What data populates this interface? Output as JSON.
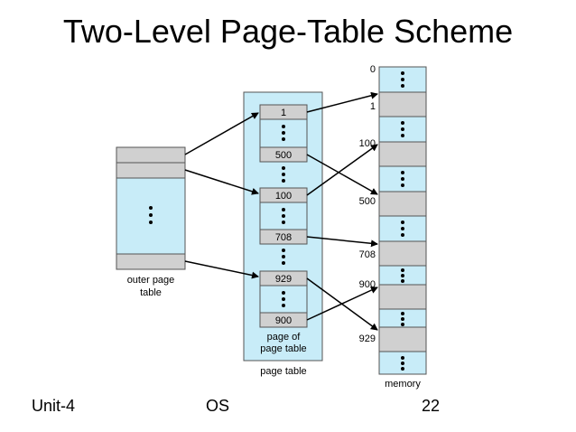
{
  "slide": {
    "title": "Two-Level Page-Table Scheme",
    "footer_left": "Unit-4",
    "footer_center": "OS",
    "footer_right": "22"
  },
  "diagram": {
    "outer_table_label": [
      "outer page",
      "table"
    ],
    "page_of_page_table_label": [
      "page of",
      "page table"
    ],
    "page_table_label": "page table",
    "memory_label": "memory",
    "page_table_entries": [
      "1",
      "500",
      "100",
      "708",
      "929",
      "900"
    ],
    "memory_addresses": [
      "0",
      "1",
      "100",
      "500",
      "708",
      "900",
      "929"
    ],
    "colors": {
      "light_blue": "#c8ecf8",
      "gray": "#d0d0d0",
      "border": "#555555"
    }
  }
}
